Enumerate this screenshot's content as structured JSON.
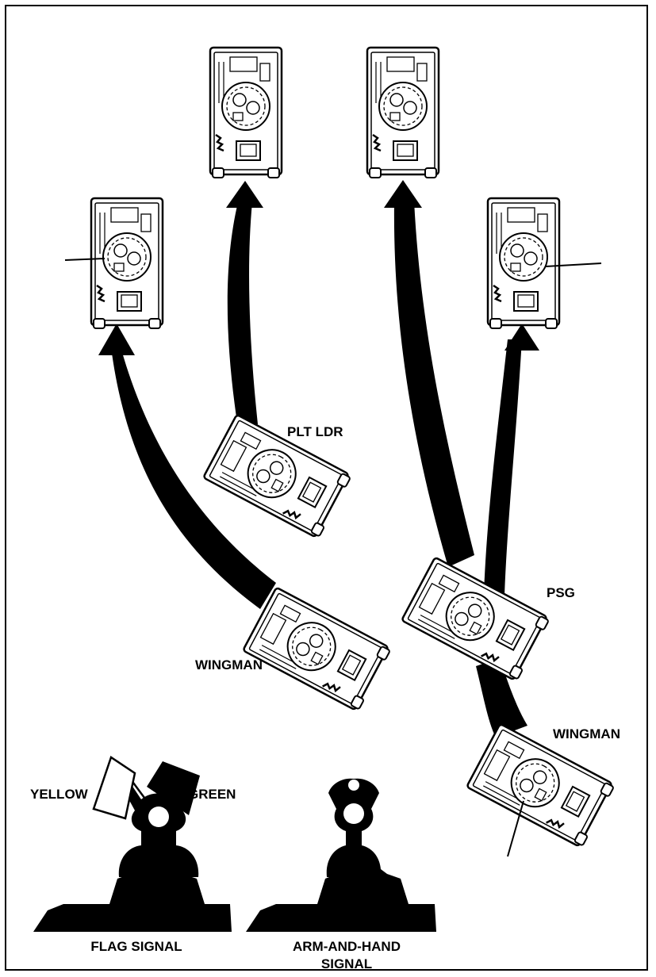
{
  "labels": {
    "plt_ldr": "PLT LDR",
    "psg": "PSG",
    "wingman_left": "WINGMAN",
    "wingman_right": "WINGMAN",
    "yellow": "YELLOW",
    "green": "GREEN",
    "flag_signal": "FLAG SIGNAL",
    "arm_hand_line1": "ARM-AND-HAND",
    "arm_hand_line2": "SIGNAL"
  },
  "colors": {
    "ink": "#000000",
    "paper": "#ffffff",
    "flag_yellow_fill": "#ffffff",
    "flag_green_fill": "#000000"
  }
}
